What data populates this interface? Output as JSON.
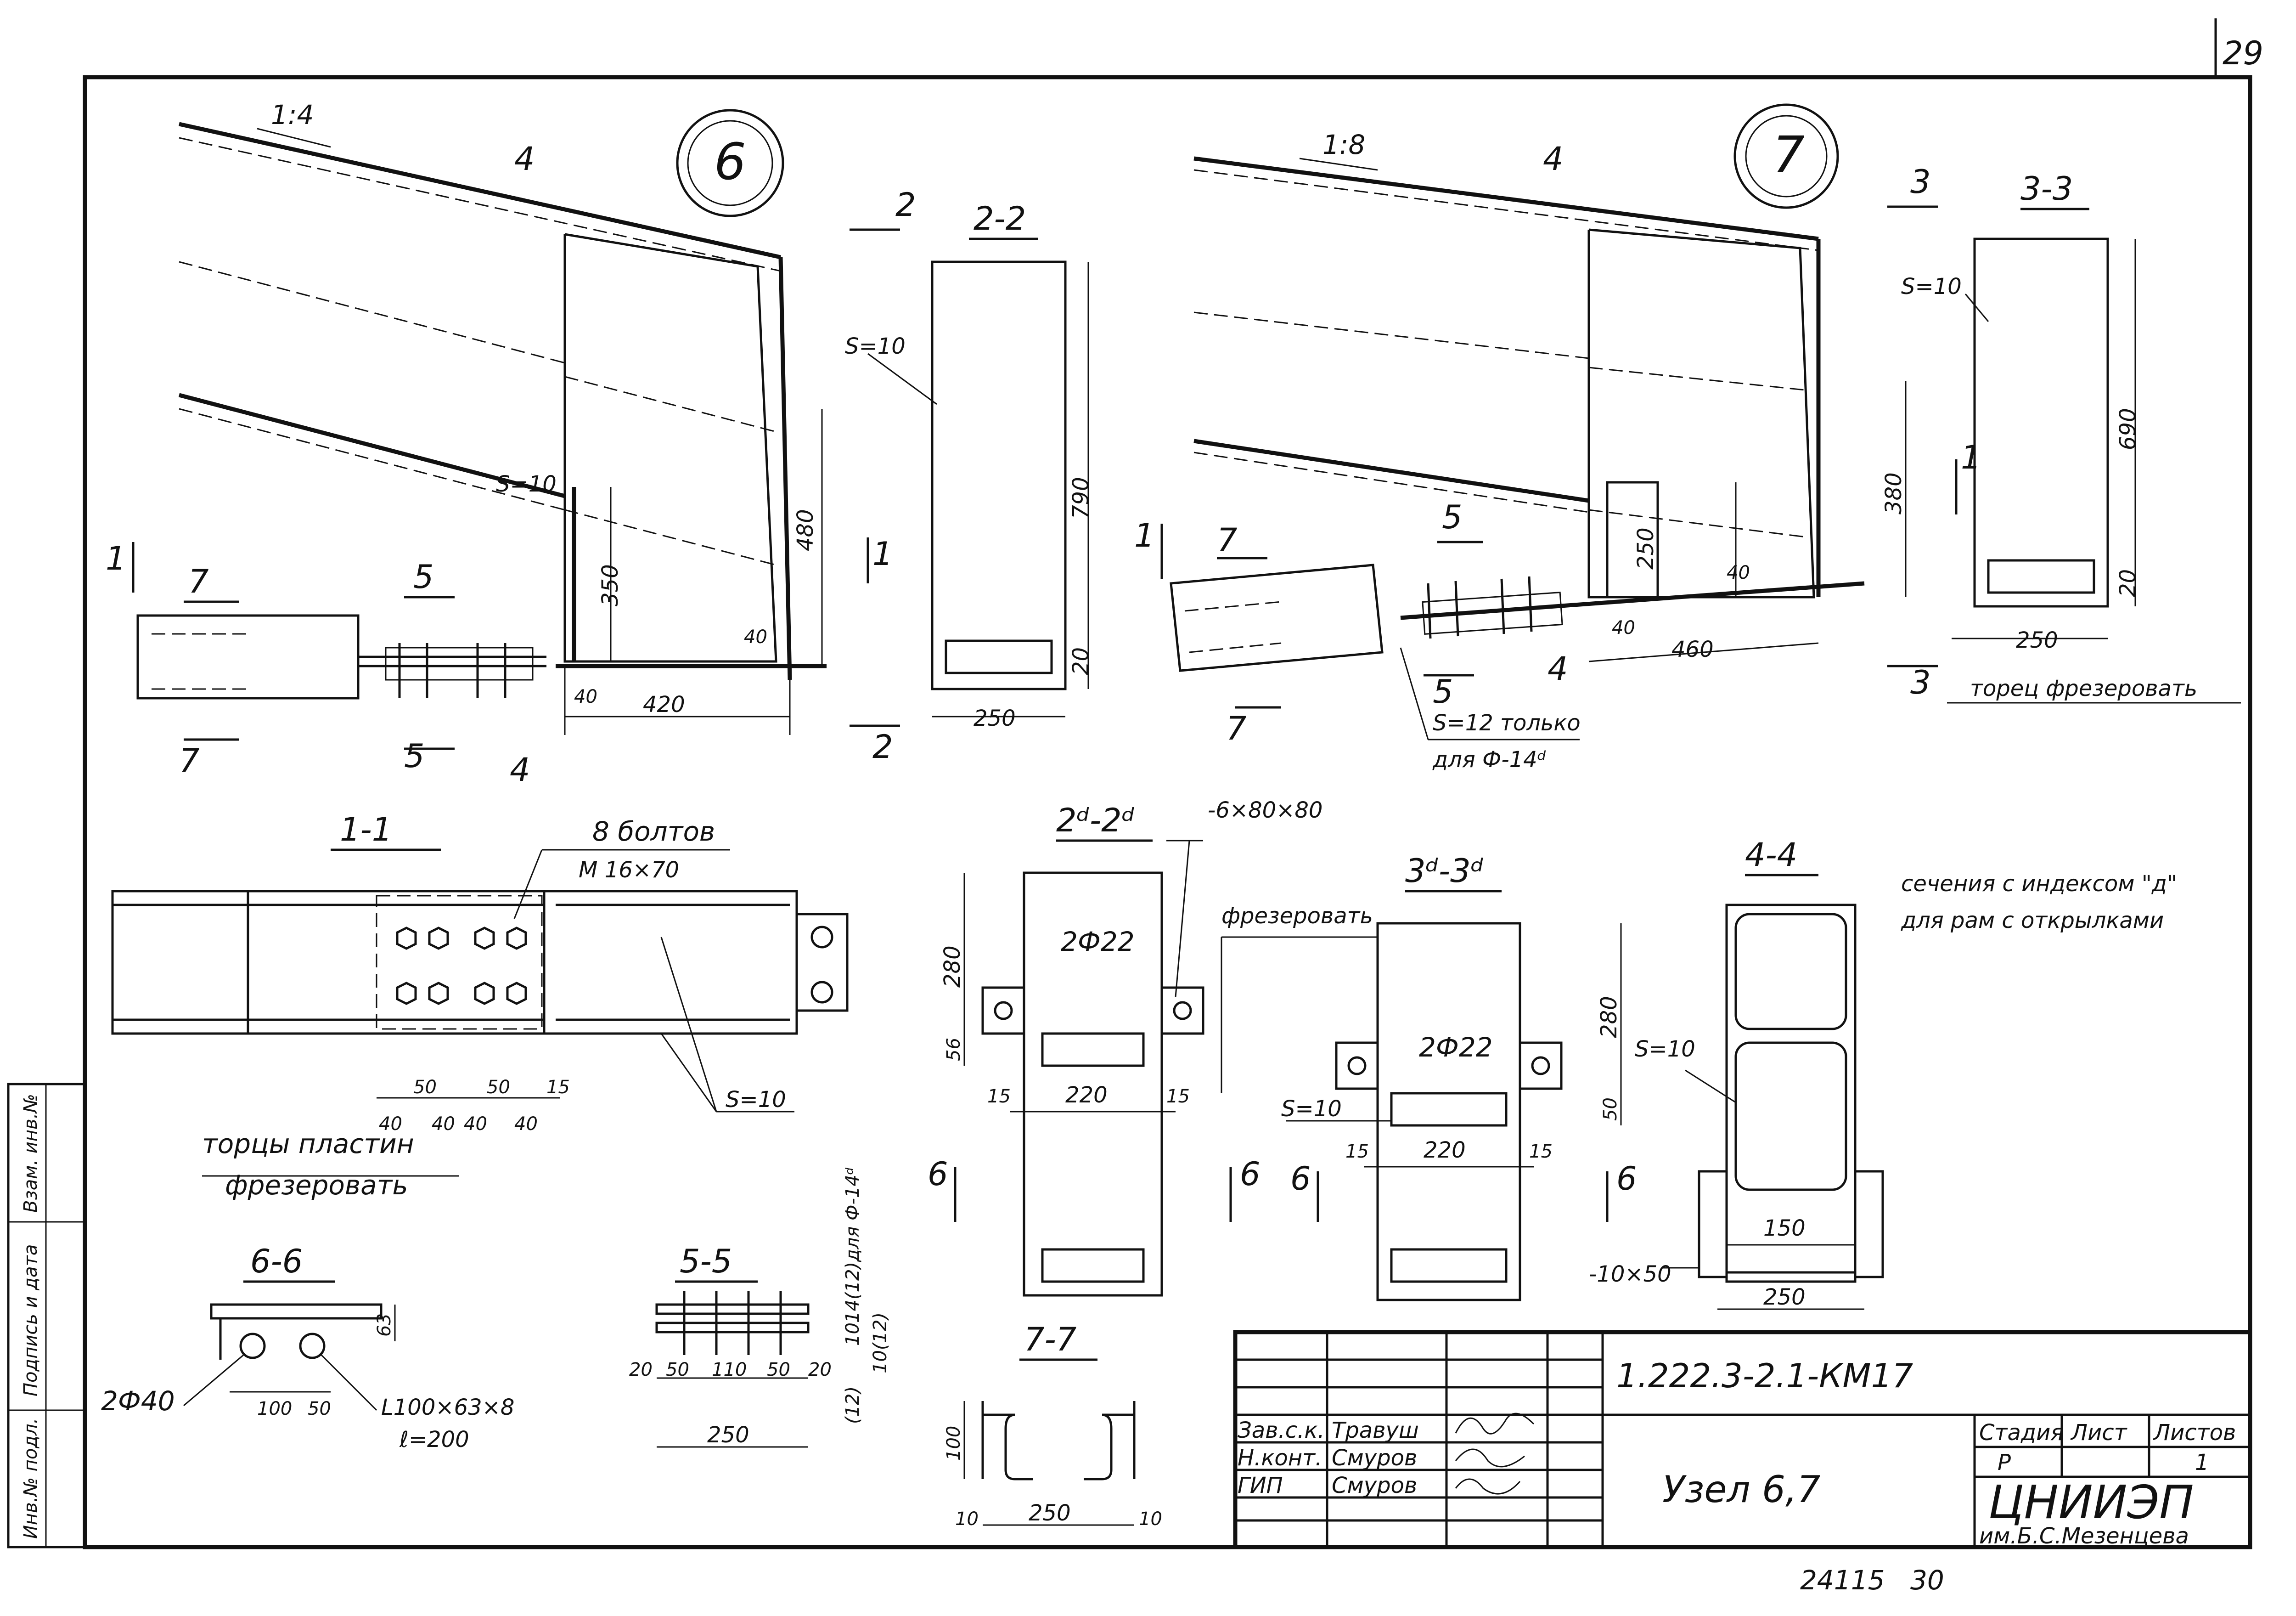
{
  "sheet": {
    "page_number": "29",
    "footer_number": "24115",
    "footer_page": "30"
  },
  "node6": {
    "circle_label": "6",
    "slope": "1:4",
    "wall_label": "S=10",
    "dims": [
      "350",
      "480",
      "40",
      "40",
      "420"
    ],
    "section_marks": [
      "1",
      "1",
      "2",
      "2",
      "4",
      "4",
      "5",
      "5",
      "7",
      "7"
    ]
  },
  "node7": {
    "circle_label": "7",
    "slope": "1:8",
    "note_line1": "S=12 только",
    "note_line2": "для Ф-14ᵈ",
    "dims": [
      "380",
      "250",
      "40",
      "40",
      "460"
    ],
    "section_marks": [
      "1",
      "1",
      "3",
      "3",
      "4",
      "4",
      "5",
      "5",
      "7",
      "7"
    ]
  },
  "sec_2_2": {
    "title": "2-2",
    "thickness": "S=10",
    "height": "790",
    "bottom": "20",
    "width": "250"
  },
  "sec_3_3": {
    "title": "3-3",
    "thickness": "S=10",
    "height": "690",
    "bottom": "20",
    "width": "250",
    "note": "торец фрезеровать"
  },
  "sec_1_1": {
    "title": "1-1",
    "bolts_line1": "8 болтов",
    "bolts_line2": "М 16×70",
    "thickness": "S=10",
    "dims": [
      "40",
      "50",
      "40",
      "40",
      "50",
      "40",
      "15"
    ],
    "note_line1": "торцы пластин",
    "note_line2": "фрезеровать"
  },
  "sec_2d": {
    "title": "2ᵈ-2ᵈ",
    "plate": "-6×80×80",
    "holes": "2Ф22",
    "height": "280",
    "bottom": "56",
    "width": "220",
    "edges": [
      "15",
      "15"
    ],
    "marks": [
      "6",
      "6"
    ]
  },
  "sec_3d": {
    "title": "3ᵈ-3ᵈ",
    "mill_note": "фрезеровать",
    "holes": "2Ф22",
    "height": "280",
    "bottom": "50",
    "thickness": "S=10",
    "width": "220",
    "edges": [
      "15",
      "15"
    ],
    "marks": [
      "6",
      "6"
    ]
  },
  "sec_4_4": {
    "title": "4-4",
    "thickness": "S=10",
    "plate": "-10×50",
    "inner": "150",
    "width": "250"
  },
  "note_index": {
    "line1": "сечения с индексом \"д\"",
    "line2": "для рам с открылками"
  },
  "sec_6_6": {
    "title": "6-6",
    "holes": "2Ф40",
    "dim_v": "63",
    "dims": [
      "100",
      "50"
    ],
    "angle_line1": "L100×63×8",
    "angle_line2": "ℓ=200"
  },
  "sec_5_5": {
    "title": "5-5",
    "dims": [
      "20",
      "50",
      "110",
      "50",
      "20"
    ],
    "width": "250",
    "side_text": "14(12)для Ф-14ᵈ",
    "side_dims": [
      "10",
      "(12)",
      "10(12)"
    ]
  },
  "sec_7_7": {
    "title": "7-7",
    "height": "100",
    "dims": [
      "10",
      "250",
      "10"
    ]
  },
  "side_stamp": [
    "Инв.№ подл.",
    "Подпись и дата",
    "Взам. инв.№"
  ],
  "title_block": {
    "code": "1.222.3-2.1-КМ17",
    "name": "Узел 6,7",
    "roles": [
      "Зав.с.к.",
      "Н.конт.",
      "ГИП"
    ],
    "people": [
      "Травуш",
      "Смуров",
      "Смуров"
    ],
    "stage_header": "Стадия",
    "sheet_header": "Лист",
    "sheets_header": "Листов",
    "stage": "Р",
    "sheets_total": "1",
    "org": "ЦНИИЭП",
    "org_sub": "им.Б.С.Мезенцева"
  }
}
